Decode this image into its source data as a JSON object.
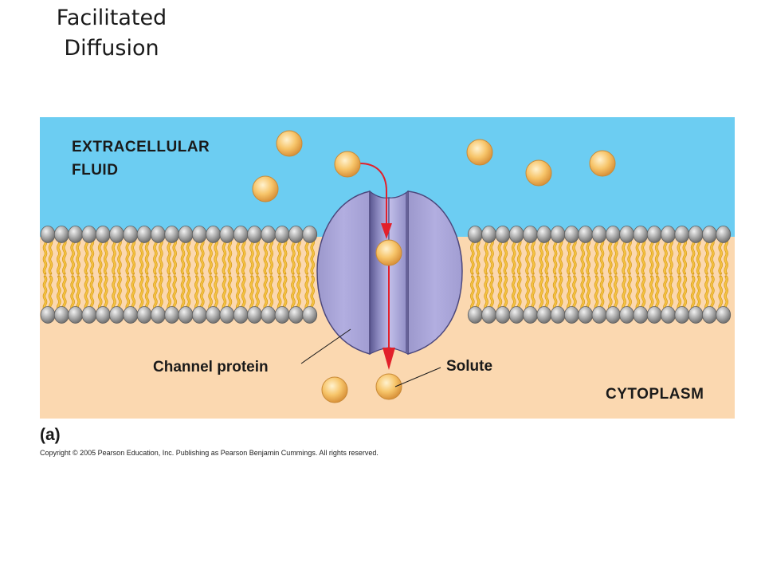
{
  "title": {
    "line1": "Facilitated",
    "line2": "Diffusion"
  },
  "regions": {
    "extracellular": {
      "line1": "EXTRACELLULAR",
      "line2": "FLUID"
    },
    "cytoplasm": "CYTOPLASM"
  },
  "labels": {
    "channel_protein": "Channel protein",
    "solute": "Solute"
  },
  "panel_letter": "(a)",
  "copyright": "Copyright © 2005 Pearson Education, Inc. Publishing as Pearson Benjamin Cummings. All rights reserved.",
  "colors": {
    "extracellular_fluid": "#6ccdf2",
    "cytoplasm": "#fbd8b0",
    "phospholipid_head": "#a9a9a9",
    "phospholipid_tail": "#f5c342",
    "channel_protein": "#a8a4d4",
    "solute": "#f7c56a",
    "arrow": "#e2202a"
  },
  "icons": [
    "phospholipid-bilayer",
    "channel-protein",
    "solute-molecule",
    "diffusion-arrow"
  ]
}
